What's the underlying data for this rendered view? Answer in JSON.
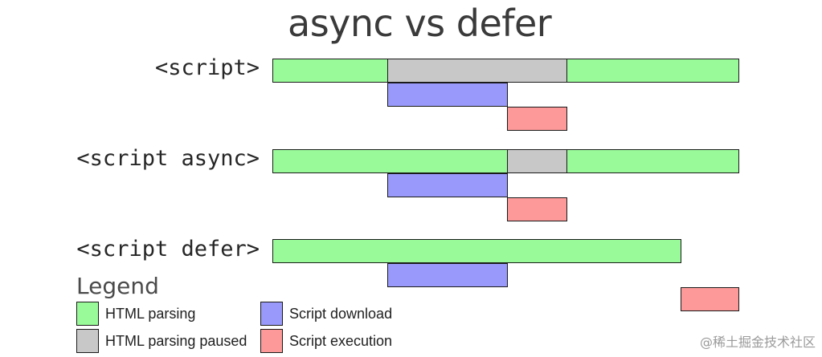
{
  "title": "async vs defer",
  "colors": {
    "html_parsing": "#99fa99",
    "html_parsing_paused": "#c8c8c8",
    "script_download": "#9999fb",
    "script_execution": "#fd9999"
  },
  "rows": [
    {
      "label": "<script>",
      "segments": [
        {
          "kind": "html_parsing",
          "lane": 0,
          "start": 0,
          "end": 143
        },
        {
          "kind": "html_parsing_paused",
          "lane": 0,
          "start": 143,
          "end": 366
        },
        {
          "kind": "html_parsing",
          "lane": 0,
          "start": 366,
          "end": 580
        },
        {
          "kind": "script_download",
          "lane": 1,
          "start": 143,
          "end": 292
        },
        {
          "kind": "script_execution",
          "lane": 2,
          "start": 292,
          "end": 366
        }
      ]
    },
    {
      "label": "<script async>",
      "segments": [
        {
          "kind": "html_parsing",
          "lane": 0,
          "start": 0,
          "end": 292
        },
        {
          "kind": "html_parsing_paused",
          "lane": 0,
          "start": 292,
          "end": 366
        },
        {
          "kind": "html_parsing",
          "lane": 0,
          "start": 366,
          "end": 580
        },
        {
          "kind": "script_download",
          "lane": 1,
          "start": 143,
          "end": 292
        },
        {
          "kind": "script_execution",
          "lane": 2,
          "start": 292,
          "end": 366
        }
      ]
    },
    {
      "label": "<script defer>",
      "segments": [
        {
          "kind": "html_parsing",
          "lane": 0,
          "start": 0,
          "end": 508
        },
        {
          "kind": "script_download",
          "lane": 1,
          "start": 143,
          "end": 292
        },
        {
          "kind": "script_execution",
          "lane": 2,
          "start": 508,
          "end": 580
        }
      ]
    }
  ],
  "legend": {
    "title": "Legend",
    "items": [
      {
        "kind": "html_parsing",
        "label": "HTML parsing"
      },
      {
        "kind": "script_download",
        "label": "Script download"
      },
      {
        "kind": "html_parsing_paused",
        "label": "HTML parsing paused"
      },
      {
        "kind": "script_execution",
        "label": "Script execution"
      }
    ]
  },
  "watermark": "@稀土掘金技术社区"
}
